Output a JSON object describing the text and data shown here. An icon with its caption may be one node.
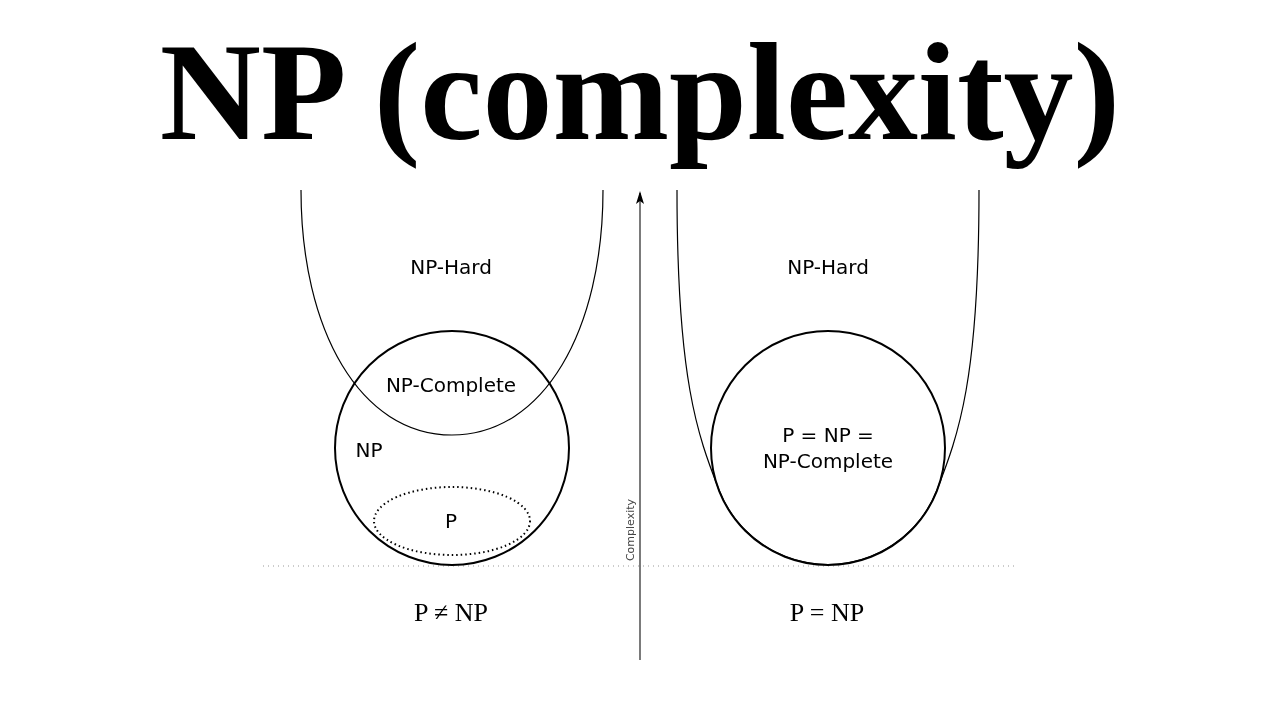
{
  "diagram": {
    "title": "NP (complexity)",
    "nodes": [
      {
        "text": [
          "NP-Hard"
        ]
      },
      {
        "text": [
          "NP"
        ]
      },
      {
        "text": [
          "P"
        ],
        "in": 1
      },
      {
        "text": [
          "NP-Hard"
        ]
      },
      {
        "text": [
          "P = NP = NP-Complete"
        ],
        "in": 3
      }
    ],
    "labels": [
      "NP-Complete",
      "P ≠ NP",
      "P = NP",
      "Complexity"
    ]
  }
}
